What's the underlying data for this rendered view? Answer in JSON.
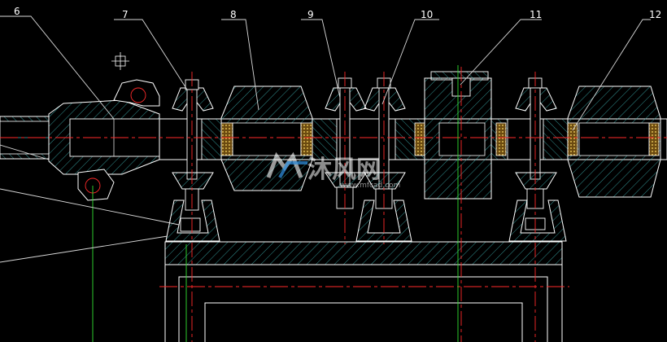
{
  "drawing": {
    "background": "#000000",
    "colors": {
      "outline": "#ffffff",
      "hatch": "#3fb6b6",
      "centerline": "#ff2a2a",
      "dimension": "#30e030",
      "leader": "#d8d8d8",
      "seal": "#c8a040",
      "seal_dots": "#ffdd66"
    },
    "callouts": [
      {
        "label": "6"
      },
      {
        "label": "7"
      },
      {
        "label": "8"
      },
      {
        "label": "9"
      },
      {
        "label": "10"
      },
      {
        "label": "11"
      },
      {
        "label": "12"
      }
    ]
  },
  "watermark": {
    "text": "沐风网",
    "url": "www.mfcad.com",
    "logo_icon": "mf-logo-icon"
  }
}
